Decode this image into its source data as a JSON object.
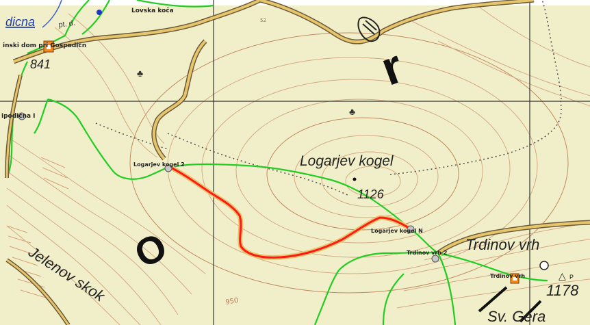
{
  "map": {
    "colors": {
      "terrain": "#f1efc9",
      "contour": "#d4a983",
      "contour_index": "#c08a5f",
      "road_fill": "#e7c66b",
      "road_casing": "#6b5a3b",
      "route": "#ff1a1a",
      "trail": "#22cc22",
      "grid": "#333333",
      "poi": "#f28a1f",
      "water_label": "#1f3fb0"
    },
    "labels": {
      "place_top_left": "dicna",
      "road_ptd": "pt. d.",
      "hut_top": "Lovska koča",
      "hut_name": "inski dom pri Gospodičn",
      "height_841": "841",
      "spring_left": "ipodična I",
      "logarjev_kogel_2": "Logarjev kogel 2",
      "peak_name": "Logarjev kogel",
      "peak_height": "1126",
      "logarjev_kogel_n": "Logarjev kogel N",
      "trdinov_vrh_2": "Trdinov vrh 2",
      "trdinov_vrh": "Trdinov vrh",
      "trdinov_hut": "Trdinov vrh",
      "height_1178": "1178",
      "sv_gera": "Sv. Gera",
      "jelenov_skok": "Jelenov skok",
      "contour_950": "950",
      "contour_52": "52",
      "triangle_p": "P",
      "letter_o": "O",
      "letter_r": "r"
    }
  }
}
